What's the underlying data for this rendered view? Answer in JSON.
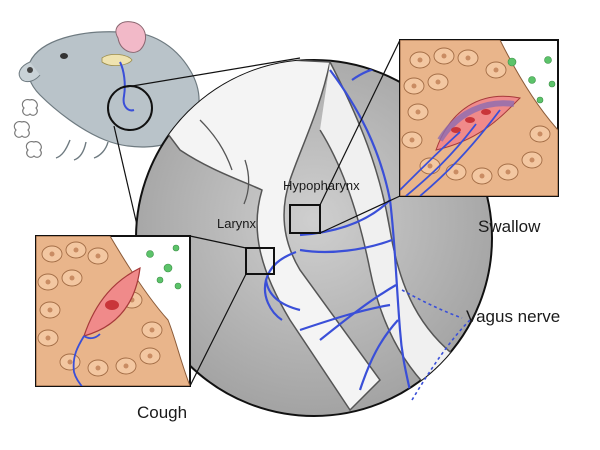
{
  "labels": {
    "hypopharynx": "Hypopharynx",
    "larynx": "Larynx",
    "swallow": "Swallow",
    "cough": "Cough",
    "vagus_nerve": "Vagus nerve"
  },
  "colors": {
    "nerve": "#3a4fd8",
    "circle_bg": "#bdbdbd",
    "tissue": "#e9b58b",
    "cell_nucleus_red": "#c9353a",
    "cell_pink": "#f08a8a",
    "particle_green": "#5cc36a",
    "mouse_body": "#b8c2c8",
    "ear_pink": "#f2b9c8"
  }
}
